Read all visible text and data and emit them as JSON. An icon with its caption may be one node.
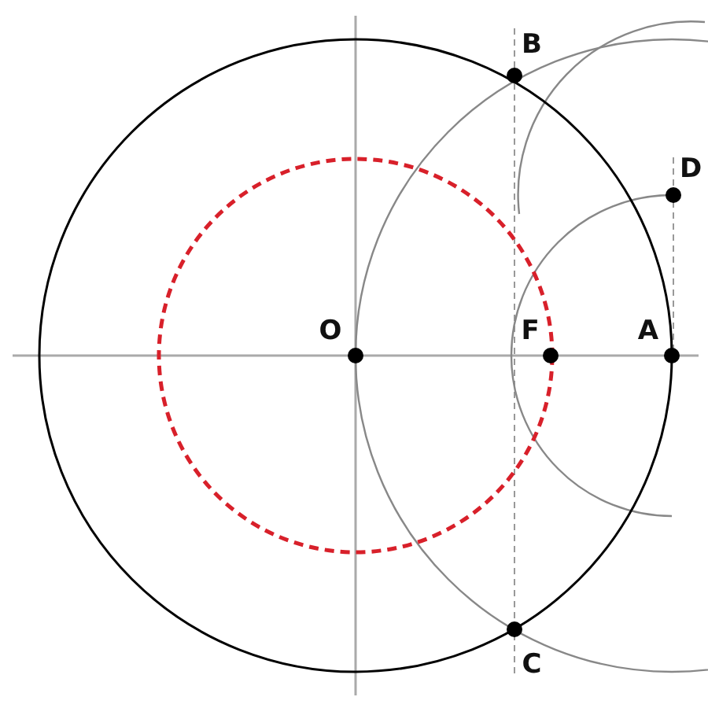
{
  "diagram": {
    "labels": [
      "B",
      "D",
      "O",
      "F",
      "A",
      "C"
    ]
  }
}
